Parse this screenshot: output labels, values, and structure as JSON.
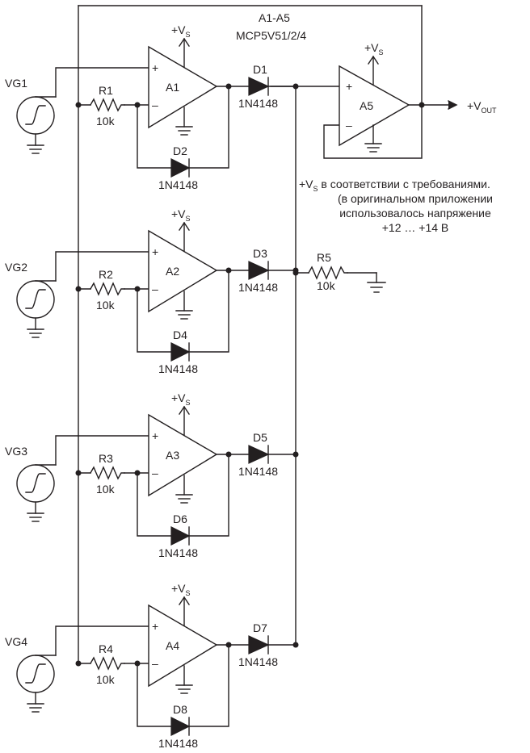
{
  "header": {
    "group_label": "A1-A5",
    "part_label": "MCP5V51/2/4"
  },
  "supply_label": {
    "main": "+V",
    "sub": "S"
  },
  "output_label": {
    "main": "+V",
    "sub": "OUT"
  },
  "note_lines": {
    "line1_main": "+V",
    "line1_sub": "S",
    "line1_rest": " в соответствии с требованиями.",
    "line2": "(в оригинальном приложении",
    "line3": "использовалось напряжение",
    "line4": "+12 … +14 В"
  },
  "opamp_signs": {
    "plus": "+",
    "minus": "–"
  },
  "stages": [
    {
      "opamp": "A1",
      "source": "VG1",
      "resistor": "R1",
      "resistor_value": "10k",
      "output_diode": "D1",
      "feedback_diode": "D2",
      "diode_part": "1N4148"
    },
    {
      "opamp": "A2",
      "source": "VG2",
      "resistor": "R2",
      "resistor_value": "10k",
      "output_diode": "D3",
      "feedback_diode": "D4",
      "diode_part": "1N4148"
    },
    {
      "opamp": "A3",
      "source": "VG3",
      "resistor": "R3",
      "resistor_value": "10k",
      "output_diode": "D5",
      "feedback_diode": "D6",
      "diode_part": "1N4148"
    },
    {
      "opamp": "A4",
      "source": "VG4",
      "resistor": "R4",
      "resistor_value": "10k",
      "output_diode": "D7",
      "feedback_diode": "D8",
      "diode_part": "1N4148"
    }
  ],
  "buffer": {
    "opamp": "A5"
  },
  "load": {
    "resistor": "R5",
    "resistor_value": "10k"
  },
  "colors": {
    "ink": "#231f20",
    "background": "#ffffff"
  }
}
